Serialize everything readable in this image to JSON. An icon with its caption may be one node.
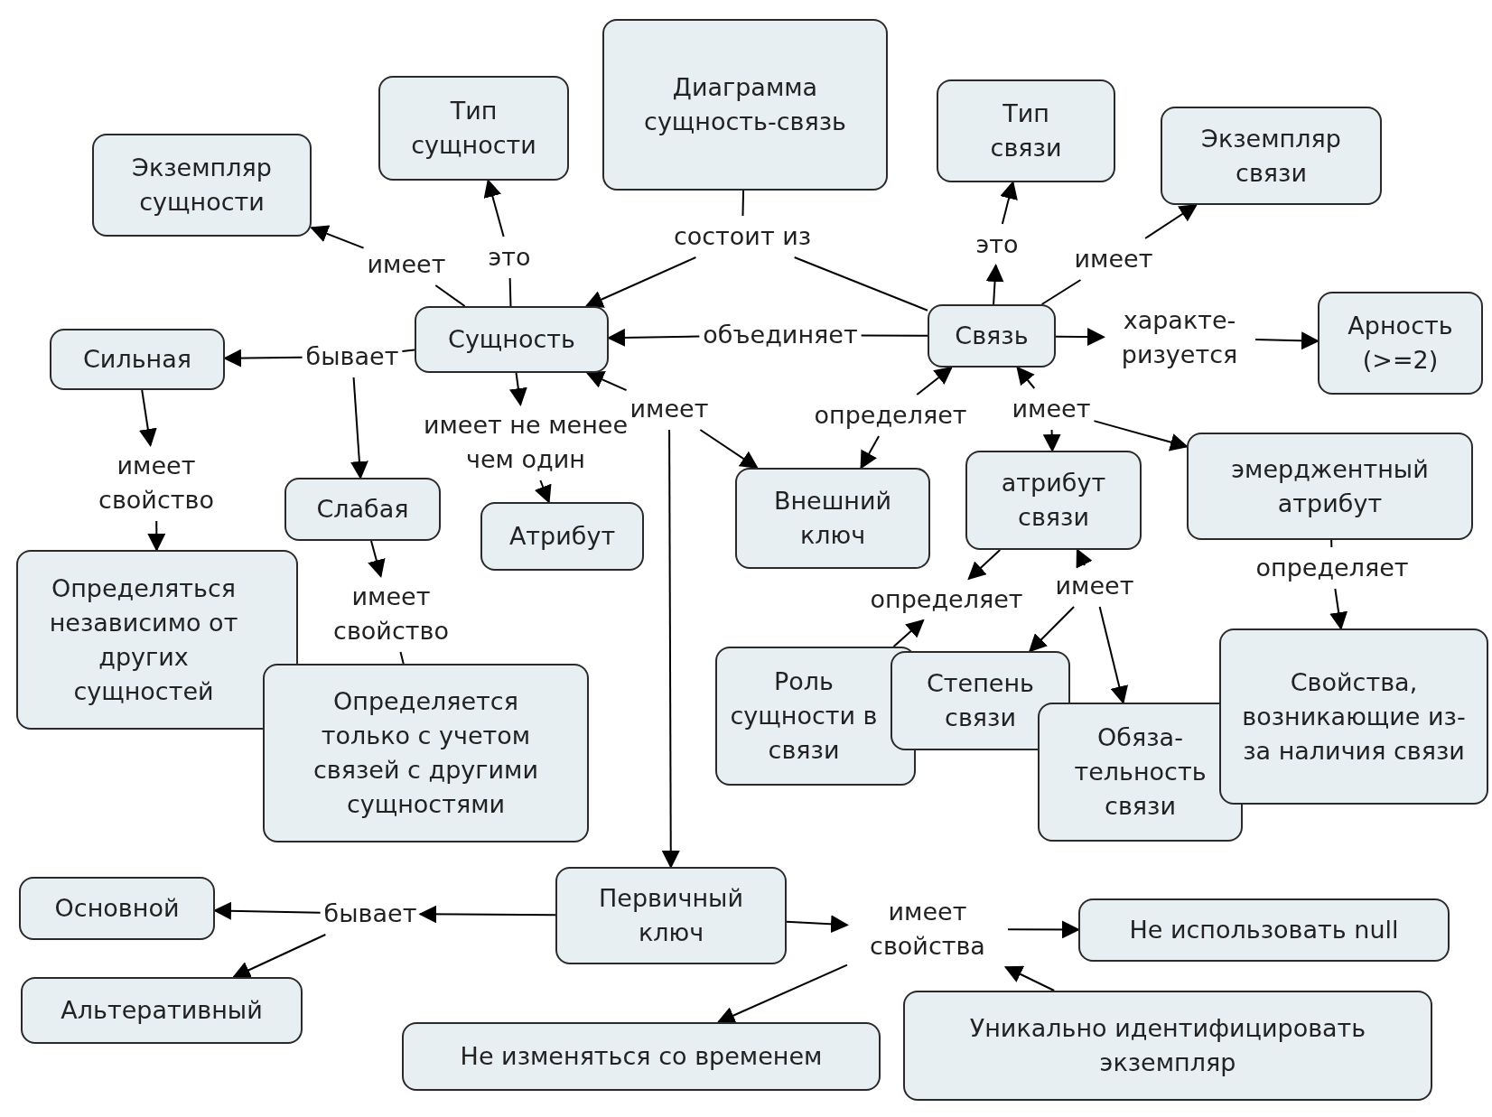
{
  "diagram": {
    "nodes": [
      {
        "text": [
          "Диаграмма сущность-связь"
        ]
      },
      {
        "text": [
          "Тип сущности"
        ]
      },
      {
        "text": [
          "Экземпляр сущности"
        ]
      },
      {
        "text": [
          "Тип связи"
        ]
      },
      {
        "text": [
          "Экземпляр связи"
        ]
      },
      {
        "text": [
          "Сущность"
        ]
      },
      {
        "text": [
          "Связь"
        ]
      },
      {
        "text": [
          "Сильная"
        ]
      },
      {
        "text": [
          "Арность (>=2)"
        ]
      },
      {
        "text": [
          "Слабая"
        ]
      },
      {
        "text": [
          "Атрибут"
        ]
      },
      {
        "text": [
          "Внешний ключ"
        ]
      },
      {
        "text": [
          "атрибут связи"
        ]
      },
      {
        "text": [
          "эмерджентный атрибут"
        ]
      },
      {
        "text": [
          "Определяться независимо от других сущностей"
        ]
      },
      {
        "text": [
          "Определяется только с учетом связей с другими сущностями"
        ]
      },
      {
        "text": [
          "Роль сущности в связи"
        ]
      },
      {
        "text": [
          "Степень связи"
        ]
      },
      {
        "text": [
          "Обяза- тельность связи"
        ]
      },
      {
        "text": [
          "Свойства, возникающие из-за наличия связи"
        ]
      },
      {
        "text": [
          "Первичный ключ"
        ]
      },
      {
        "text": [
          "Основной"
        ]
      },
      {
        "text": [
          "Альтеративный"
        ]
      },
      {
        "text": [
          "Не использовать null"
        ]
      },
      {
        "text": [
          "Не изменяться со временем"
        ]
      },
      {
        "text": [
          "Уникально идентифицировать экземпляр"
        ]
      },
      {
        "text": [
          "состоит из"
        ]
      },
      {
        "text": [
          "имеет"
        ]
      },
      {
        "text": [
          "это"
        ]
      },
      {
        "text": [
          "это"
        ]
      },
      {
        "text": [
          "имеет"
        ]
      },
      {
        "text": [
          "объединяет"
        ]
      },
      {
        "text": [
          "характе- ризуется"
        ]
      },
      {
        "text": [
          "бывает"
        ]
      },
      {
        "text": [
          "имеет не менее чем один"
        ]
      },
      {
        "text": [
          "имеет"
        ]
      },
      {
        "text": [
          "определяет"
        ]
      },
      {
        "text": [
          "имеет"
        ]
      },
      {
        "text": [
          "определяет"
        ]
      },
      {
        "text": [
          "определяет"
        ]
      },
      {
        "text": [
          "имеет"
        ]
      },
      {
        "text": [
          "имеет свойство"
        ]
      },
      {
        "text": [
          "имеет свойство"
        ]
      },
      {
        "text": [
          "бывает"
        ]
      },
      {
        "text": [
          "имеет свойства"
        ]
      }
    ],
    "edges": [
      {
        "from": 0,
        "to": 26,
        "arrow": "none"
      },
      {
        "from": 26,
        "to": 5,
        "arrow": "to"
      },
      {
        "from": 26,
        "to": 6,
        "arrow": "none"
      },
      {
        "from": 5,
        "to": 27,
        "arrow": "none"
      },
      {
        "from": 27,
        "to": 2,
        "arrow": "to"
      },
      {
        "from": 5,
        "to": 28,
        "arrow": "none"
      },
      {
        "from": 28,
        "to": 1,
        "arrow": "to"
      },
      {
        "from": 6,
        "to": 29,
        "arrow": "to"
      },
      {
        "from": 29,
        "to": 3,
        "arrow": "to"
      },
      {
        "from": 6,
        "to": 30,
        "arrow": "none"
      },
      {
        "from": 30,
        "to": 4,
        "arrow": "to"
      },
      {
        "from": 6,
        "to": 31,
        "arrow": "none"
      },
      {
        "from": 31,
        "to": 5,
        "arrow": "to"
      },
      {
        "from": 6,
        "to": 32,
        "arrow": "to"
      },
      {
        "from": 32,
        "to": 8,
        "arrow": "to"
      },
      {
        "from": 5,
        "to": 33,
        "arrow": "none"
      },
      {
        "from": 33,
        "to": 7,
        "arrow": "to"
      },
      {
        "from": 33,
        "to": 9,
        "arrow": "to"
      },
      {
        "from": 5,
        "to": 34,
        "arrow": "to"
      },
      {
        "from": 34,
        "to": 10,
        "arrow": "to"
      },
      {
        "from": 35,
        "to": 5,
        "arrow": "to"
      },
      {
        "from": 35,
        "to": 11,
        "arrow": "to"
      },
      {
        "from": 35,
        "to": 20,
        "arrow": "to"
      },
      {
        "from": 36,
        "to": 6,
        "arrow": "to"
      },
      {
        "from": 36,
        "to": 11,
        "arrow": "to"
      },
      {
        "from": 37,
        "to": 6,
        "arrow": "to"
      },
      {
        "from": 37,
        "to": 12,
        "arrow": "to"
      },
      {
        "from": 37,
        "to": 13,
        "arrow": "to"
      },
      {
        "from": 13,
        "to": 38,
        "arrow": "none"
      },
      {
        "from": 38,
        "to": 19,
        "arrow": "to"
      },
      {
        "from": 12,
        "to": 39,
        "arrow": "to"
      },
      {
        "from": 16,
        "to": 39,
        "arrow": "to"
      },
      {
        "from": 40,
        "to": 12,
        "arrow": "to"
      },
      {
        "from": 40,
        "to": 17,
        "arrow": "to"
      },
      {
        "from": 40,
        "to": 18,
        "arrow": "to"
      },
      {
        "from": 7,
        "to": 41,
        "arrow": "to"
      },
      {
        "from": 41,
        "to": 14,
        "arrow": "to"
      },
      {
        "from": 9,
        "to": 42,
        "arrow": "to"
      },
      {
        "from": 42,
        "to": 15,
        "arrow": "none"
      },
      {
        "from": 20,
        "to": 43,
        "arrow": "to"
      },
      {
        "from": 43,
        "to": 21,
        "arrow": "to"
      },
      {
        "from": 43,
        "to": 22,
        "arrow": "to"
      },
      {
        "from": 20,
        "to": 44,
        "arrow": "to"
      },
      {
        "from": 44,
        "to": 23,
        "arrow": "to"
      },
      {
        "from": 44,
        "to": 24,
        "arrow": "to"
      },
      {
        "from": 25,
        "to": 44,
        "arrow": "to"
      }
    ]
  }
}
